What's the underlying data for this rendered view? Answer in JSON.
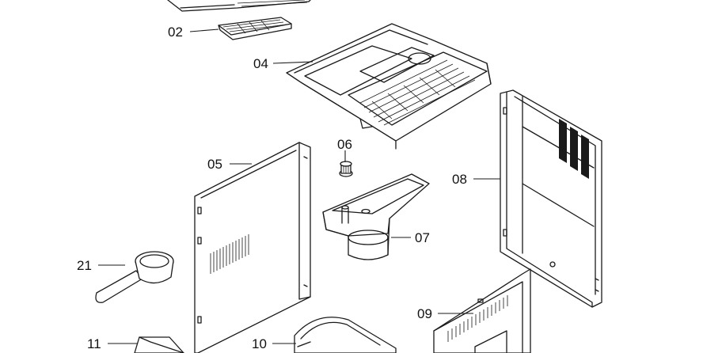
{
  "diagram": {
    "callouts": [
      {
        "id": "02",
        "text": "02"
      },
      {
        "id": "04",
        "text": "04"
      },
      {
        "id": "05",
        "text": "05"
      },
      {
        "id": "06",
        "text": "06"
      },
      {
        "id": "07",
        "text": "07"
      },
      {
        "id": "08",
        "text": "08"
      },
      {
        "id": "09",
        "text": "09"
      },
      {
        "id": "10",
        "text": "10"
      },
      {
        "id": "11",
        "text": "11"
      },
      {
        "id": "21",
        "text": "21"
      }
    ]
  },
  "colors": {
    "ink": "#1a1a1a",
    "paper": "#ffffff"
  }
}
